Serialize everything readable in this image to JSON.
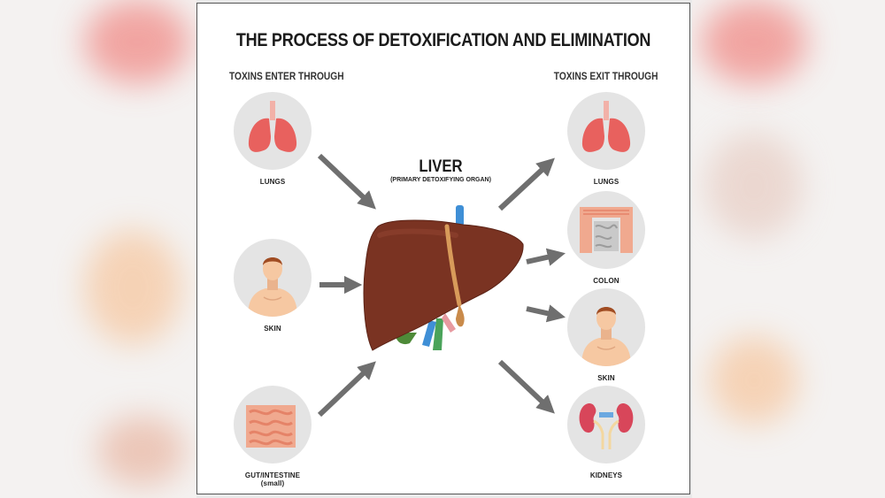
{
  "title": "THE PROCESS OF DETOXIFICATION AND ELIMINATION",
  "left_heading": "TOXINS ENTER THROUGH",
  "right_heading": "TOXINS EXIT THROUGH",
  "center": {
    "name": "LIVER",
    "subtitle": "(PRIMARY DETOXIFYING ORGAN)"
  },
  "entry_organs": [
    {
      "label": "LUNGS",
      "icon": "lungs-icon"
    },
    {
      "label": "SKIN",
      "icon": "man-torso-icon"
    },
    {
      "label": "GUT/INTESTINE (small)",
      "icon": "small-intestine-icon"
    }
  ],
  "exit_organs": [
    {
      "label": "LUNGS",
      "icon": "lungs-icon"
    },
    {
      "label": "COLON",
      "icon": "colon-icon"
    },
    {
      "label": "SKIN",
      "icon": "man-torso-icon"
    },
    {
      "label": "KIDNEYS",
      "icon": "kidneys-icon"
    }
  ],
  "colors": {
    "arrow": "#6f6f6f",
    "liver": "#7a3322",
    "lungs": "#e8615e",
    "skin": "#f6c8a2",
    "circle": "#e4e4e4"
  }
}
